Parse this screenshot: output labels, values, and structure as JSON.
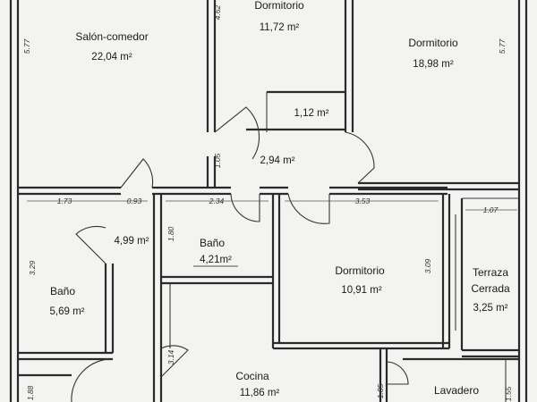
{
  "rooms": {
    "salon": {
      "name": "Salón-comedor",
      "area": "22,04 m²"
    },
    "dorm_top": {
      "name": "Dormitorio",
      "area": "11,72 m²"
    },
    "dorm_right": {
      "name": "Dormitorio",
      "area": "18,98 m²"
    },
    "closet": {
      "area": "1,12 m²"
    },
    "hall": {
      "area": "2,94 m²"
    },
    "entry": {
      "area": "4,99 m²"
    },
    "bano_small": {
      "name": "Baño",
      "area": "4,21m²"
    },
    "bano_left": {
      "name": "Baño",
      "area": "5,69 m²"
    },
    "dorm_mid": {
      "name": "Dormitorio",
      "area": "10,91 m²"
    },
    "terraza": {
      "name_line1": "Terraza",
      "name_line2": "Cerrada",
      "area": "3,25 m²"
    },
    "cocina": {
      "name": "Cocina",
      "area": "11,86 m²"
    },
    "lavadero": {
      "name": "Lavadero"
    }
  },
  "dimensions": {
    "salon_height": "5.77",
    "dorm_top_height": "4.62",
    "dorm_right_height": "5.77",
    "hall_height": "1.05",
    "bano_left_width": "1.73",
    "entry_width": "0.93",
    "bano_small_width": "2.34",
    "dorm_mid_width": "3.53",
    "terraza_width": "1.07",
    "bano_small_height": "1.80",
    "bano_left_height": "3.29",
    "dorm_mid_height": "3.09",
    "cocina_offset": "3.14",
    "bottom_left": "1.88",
    "lavadero_left": "1.85",
    "lavadero_right": "1.55"
  }
}
